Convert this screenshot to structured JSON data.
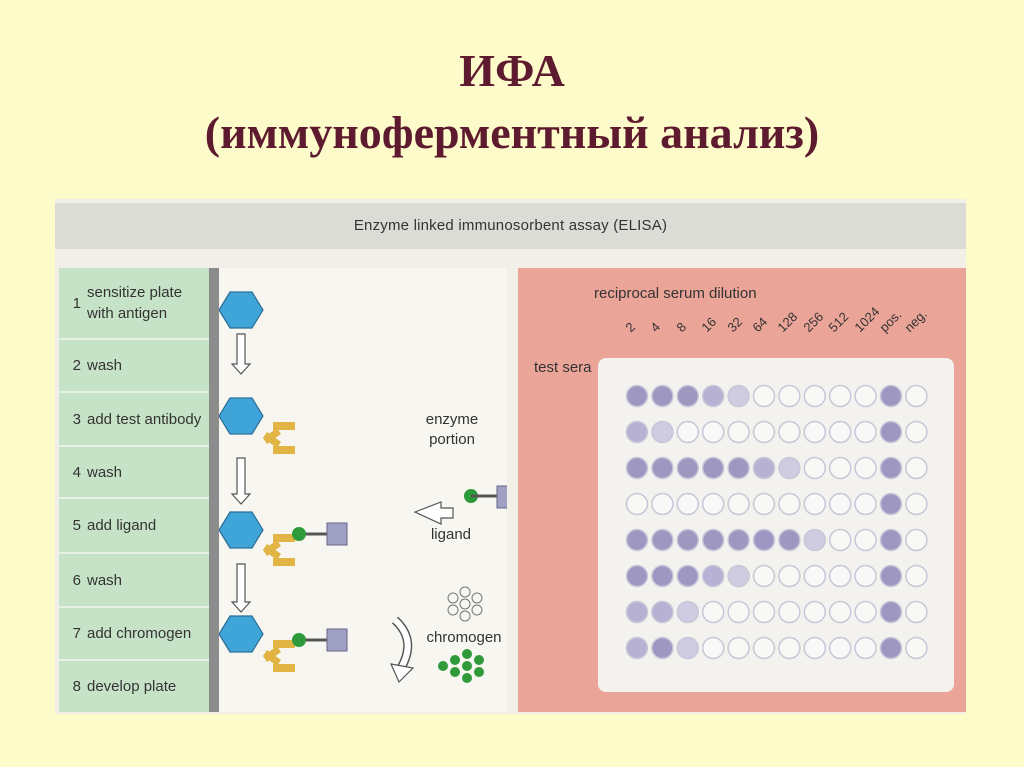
{
  "slide": {
    "title_line1": "ИФА",
    "title_line2": "(иммуноферментный анализ)"
  },
  "figure": {
    "header": "Enzyme linked immunosorbent assay (ELISA)",
    "steps": [
      {
        "num": "1",
        "label": "sensitize plate with antigen"
      },
      {
        "num": "2",
        "label": "wash"
      },
      {
        "num": "3",
        "label": "add test antibody"
      },
      {
        "num": "4",
        "label": "wash"
      },
      {
        "num": "5",
        "label": "add ligand"
      },
      {
        "num": "6",
        "label": "wash"
      },
      {
        "num": "7",
        "label": "add chromogen"
      },
      {
        "num": "8",
        "label": "develop plate"
      }
    ],
    "mechanism_labels": {
      "enzyme_portion": "enzyme portion",
      "ligand": "ligand",
      "chromogen": "chromogen"
    },
    "plate": {
      "title": "reciprocal serum dilution",
      "row_label": "test sera",
      "columns": [
        "2",
        "4",
        "8",
        "16",
        "32",
        "64",
        "128",
        "256",
        "512",
        "1024",
        "pos.",
        "neg."
      ],
      "wells": [
        [
          3,
          3,
          3,
          2,
          1,
          0,
          0,
          0,
          0,
          0,
          3,
          0
        ],
        [
          2,
          1,
          0,
          0,
          0,
          0,
          0,
          0,
          0,
          0,
          3,
          0
        ],
        [
          3,
          3,
          3,
          3,
          3,
          2,
          1,
          0,
          0,
          0,
          3,
          0
        ],
        [
          0,
          0,
          0,
          0,
          0,
          0,
          0,
          0,
          0,
          0,
          3,
          0
        ],
        [
          3,
          3,
          3,
          3,
          3,
          3,
          3,
          1,
          0,
          0,
          3,
          0
        ],
        [
          3,
          3,
          3,
          2,
          1,
          0,
          0,
          0,
          0,
          0,
          3,
          0
        ],
        [
          2,
          2,
          1,
          0,
          0,
          0,
          0,
          0,
          0,
          0,
          3,
          0
        ],
        [
          2,
          3,
          1,
          0,
          0,
          0,
          0,
          0,
          0,
          0,
          3,
          0
        ]
      ]
    },
    "colors": {
      "antigen": "#3fa4d8",
      "antibody": "#e1b443",
      "ligand_ball": "#2e9a3a",
      "enzyme": "#a0a0c4",
      "well_strong": "#9d97c2",
      "well_weak": "#cfcbe0",
      "well_empty": "#f8f8f6"
    }
  }
}
